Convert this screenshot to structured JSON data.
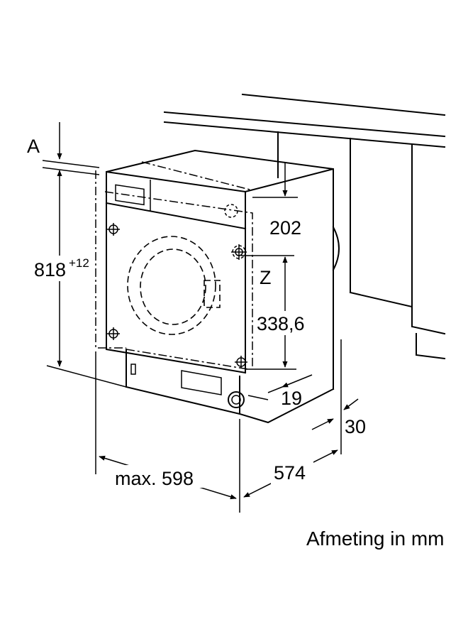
{
  "labels": {
    "A": "A",
    "height_value": "818",
    "height_tolerance": "+12",
    "top_offset": "202",
    "Z": "Z",
    "hinge_spacing": "338,6",
    "bottom_offset": "19",
    "rear_gap": "30",
    "max_width": "max. 598",
    "depth": "574"
  },
  "caption": "Afmeting in mm"
}
